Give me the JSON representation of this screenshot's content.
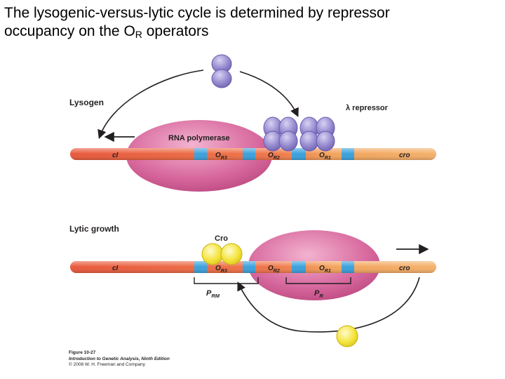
{
  "title": {
    "line1": "The lysogenic-versus-lytic cycle is determined by repressor",
    "line2_pre": "occupancy on the O",
    "line2_sub": "R",
    "line2_post": " operators"
  },
  "lysogen_panel": {
    "heading": "Lysogen",
    "rna_polymerase_label": "RNA polymerase",
    "repressor_label": "λ repressor",
    "gene_left": "cI",
    "gene_right": "cro",
    "op3": {
      "main": "O",
      "sub": "R3"
    },
    "op2": {
      "main": "O",
      "sub": "R2"
    },
    "op1": {
      "main": "O",
      "sub": "R1"
    }
  },
  "lytic_panel": {
    "heading": "Lytic growth",
    "cro_label": "Cro",
    "gene_left": "cI",
    "gene_right": "cro",
    "op3": {
      "main": "O",
      "sub": "R3"
    },
    "op2": {
      "main": "O",
      "sub": "R2"
    },
    "op1": {
      "main": "O",
      "sub": "R1"
    },
    "prm": {
      "main": "P",
      "sub": "RM"
    },
    "pr": {
      "main": "P",
      "sub": "R"
    }
  },
  "credit": {
    "figure": "Figure 10-27",
    "book": "Introduction to Genetic Analysis, Ninth Edition",
    "copyright": "© 2008 W. H. Freeman and Company"
  },
  "colors": {
    "dna_left": "#e8573a",
    "dna_right": "#f2a35a",
    "operator": "#3aa0dc",
    "polymerase": "#cf4f8a",
    "repressor": "#8b7fc6",
    "cro": "#f2e23a"
  }
}
